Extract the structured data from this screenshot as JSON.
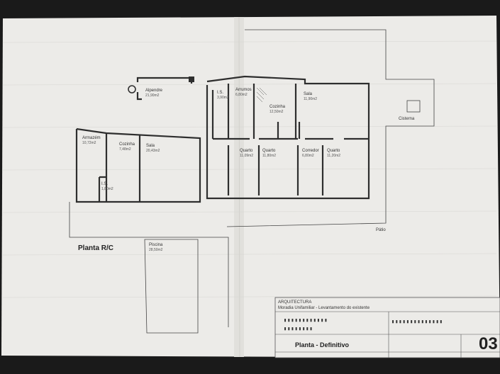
{
  "plan_title": "Planta R/C",
  "rooms": [
    {
      "id": "alpendre",
      "name": "Alpendre",
      "area": "21,90m2"
    },
    {
      "id": "is-top",
      "name": "I.S.",
      "area": "3,90m2"
    },
    {
      "id": "arrumos",
      "name": "Arrumos",
      "area": "6,80m2"
    },
    {
      "id": "cozinha-top",
      "name": "Cozinha",
      "area": "12,50m2"
    },
    {
      "id": "sala-top",
      "name": "Sala",
      "area": "11,90m2"
    },
    {
      "id": "armazem",
      "name": "Armazém",
      "area": "10,72m2"
    },
    {
      "id": "cozinha-left",
      "name": "Cozinha",
      "area": "7,48m2"
    },
    {
      "id": "sala-left",
      "name": "Sala",
      "area": "20,43m2"
    },
    {
      "id": "is-left",
      "name": "I.S.",
      "area": "1,80m2"
    },
    {
      "id": "quarto-1",
      "name": "Quarto",
      "area": "11,09m2"
    },
    {
      "id": "quarto-2",
      "name": "Quarto",
      "area": "11,80m2"
    },
    {
      "id": "corredor",
      "name": "Corredor",
      "area": "6,80m2"
    },
    {
      "id": "quarto-3",
      "name": "Quarto",
      "area": "11,20m2"
    },
    {
      "id": "piscina",
      "name": "Piscina",
      "area": "28,50m2"
    }
  ],
  "outdoor_labels": {
    "cisterna": "Cisterna",
    "patio": "Pátio"
  },
  "title_block": {
    "discipline": "ARQUITECTURA",
    "project": "Moradia Unifamiliar - Levantamento do existente",
    "drawing_title": "Planta - Definitivo",
    "sheet_number": "03"
  },
  "colors": {
    "paper": "#ededeb",
    "line": "#3a3a3a",
    "wall": "#2e2e2e"
  }
}
